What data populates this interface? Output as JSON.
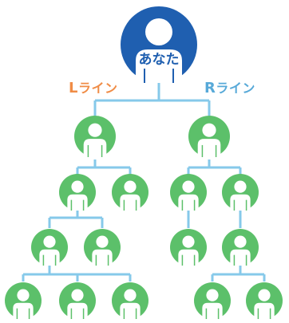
{
  "root": {
    "label": "あなた"
  },
  "lines": {
    "left": {
      "prefix": "L",
      "text": "ライン"
    },
    "right": {
      "prefix": "R",
      "text": "ライン"
    }
  },
  "colors": {
    "root_fill": "#1f5fb0",
    "member_fill": "#5cc06a",
    "connector": "#86c9ea",
    "left_label": "#f08c46",
    "right_label": "#57a9d8"
  }
}
